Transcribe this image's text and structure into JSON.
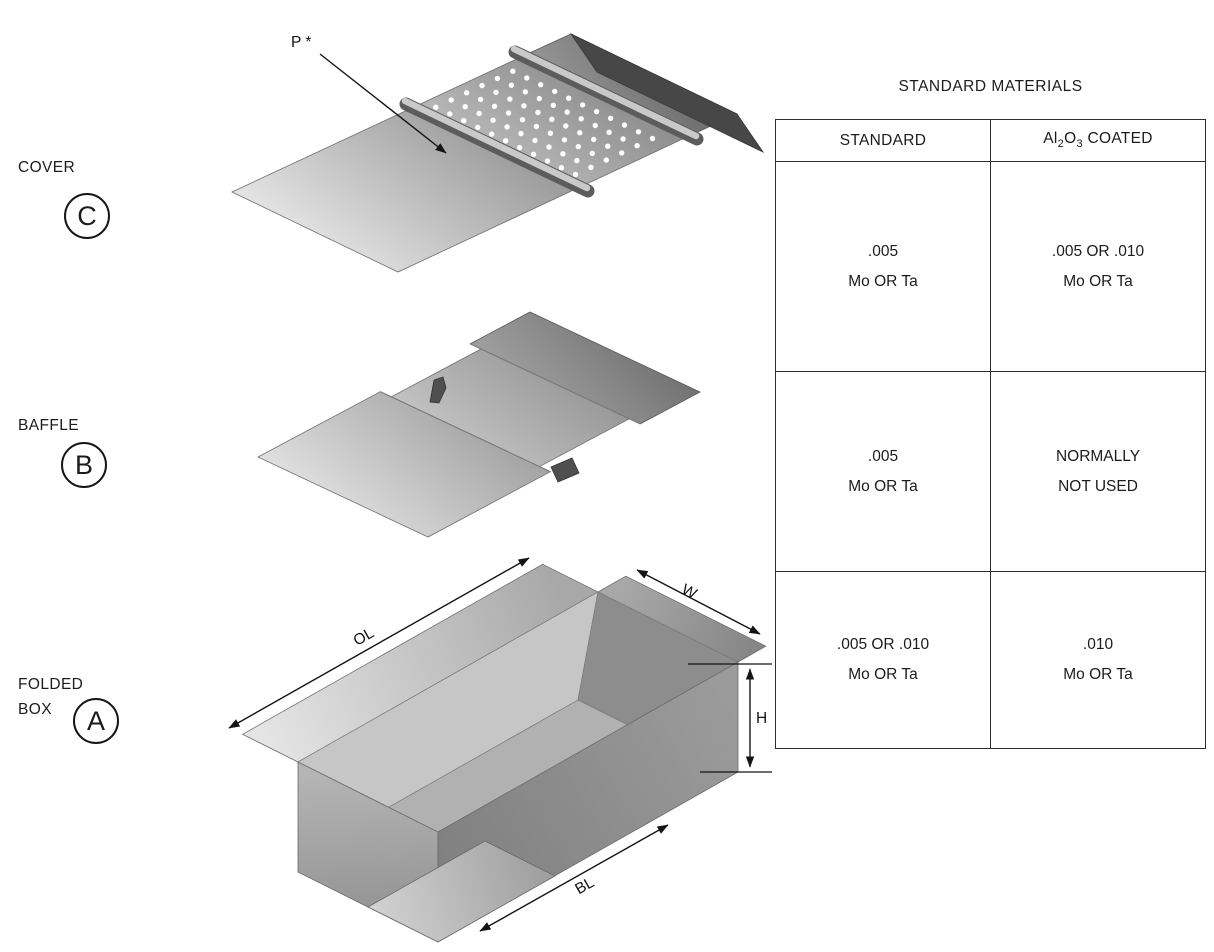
{
  "parts": [
    {
      "label": "COVER",
      "letter": "C"
    },
    {
      "label": "BAFFLE",
      "letter": "B"
    },
    {
      "label": "FOLDED",
      "label2": "BOX",
      "letter": "A"
    }
  ],
  "annotations": {
    "p_label": "P *",
    "ol": "OL",
    "w": "W",
    "h": "H",
    "bl": "BL"
  },
  "table": {
    "title": "STANDARD MATERIALS",
    "col1": "STANDARD",
    "col2": {
      "al": "Al",
      "sub2": "2",
      "o": "O",
      "sub3": "3",
      "coated": " COATED"
    },
    "rows": [
      {
        "c1l1": ".005",
        "c1l2": "Mo OR Ta",
        "c2l1": ".005 OR .010",
        "c2l2": "Mo OR Ta"
      },
      {
        "c1l1": ".005",
        "c1l2": "Mo OR Ta",
        "c2l1": "NORMALLY",
        "c2l2": "NOT USED"
      },
      {
        "c1l1": ".005 OR .010",
        "c1l2": "Mo OR Ta",
        "c2l1": ".010",
        "c2l2": "Mo OR Ta"
      }
    ]
  }
}
